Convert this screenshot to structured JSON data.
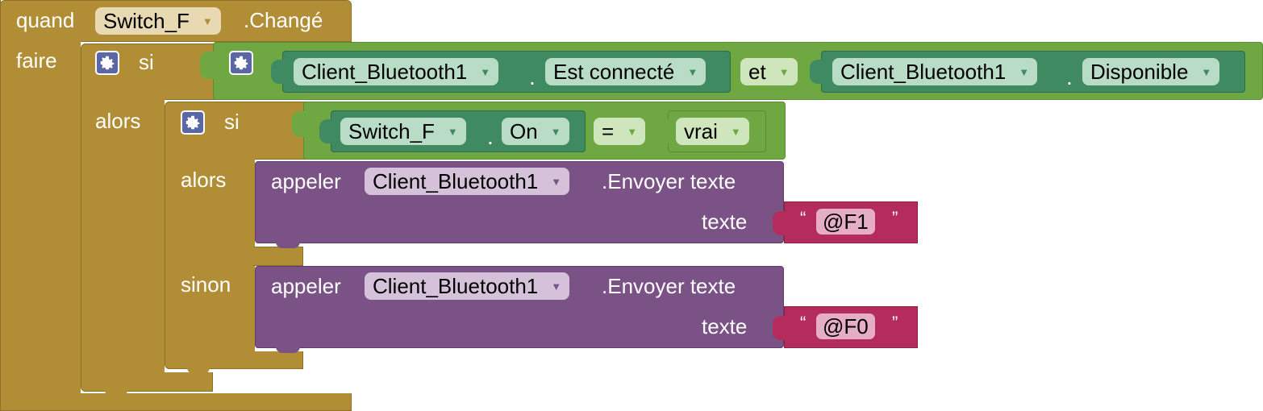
{
  "event": {
    "when_label": "quand",
    "component": "Switch_F",
    "event_name": ".Changé",
    "do_label": "faire"
  },
  "outer_if": {
    "if_label": "si",
    "then_label": "alors",
    "condition": {
      "left": {
        "component": "Client_Bluetooth1",
        "property": "Est connecté"
      },
      "operator": "et",
      "right": {
        "component": "Client_Bluetooth1",
        "property": "Disponible"
      }
    }
  },
  "inner_if": {
    "if_label": "si",
    "then_label": "alors",
    "else_label": "sinon",
    "condition": {
      "left": {
        "component": "Switch_F",
        "property": "On"
      },
      "operator": "=",
      "right": "vrai"
    },
    "then_call": {
      "call_label": "appeler",
      "component": "Client_Bluetooth1",
      "method": ".Envoyer texte",
      "arg_label": "texte",
      "arg_value": "@F1"
    },
    "else_call": {
      "call_label": "appeler",
      "component": "Client_Bluetooth1",
      "method": ".Envoyer texte",
      "arg_label": "texte",
      "arg_value": "@F0"
    }
  },
  "colors": {
    "event": "#b18e35",
    "logic": "#6fa843",
    "component_getter": "#3f8a60",
    "method_call": "#7a5285",
    "text": "#b42c5c",
    "mutator_gear": "#5b67a5"
  },
  "icons": {
    "mutator": "gear-icon",
    "dropdown": "triangle-down-icon"
  }
}
